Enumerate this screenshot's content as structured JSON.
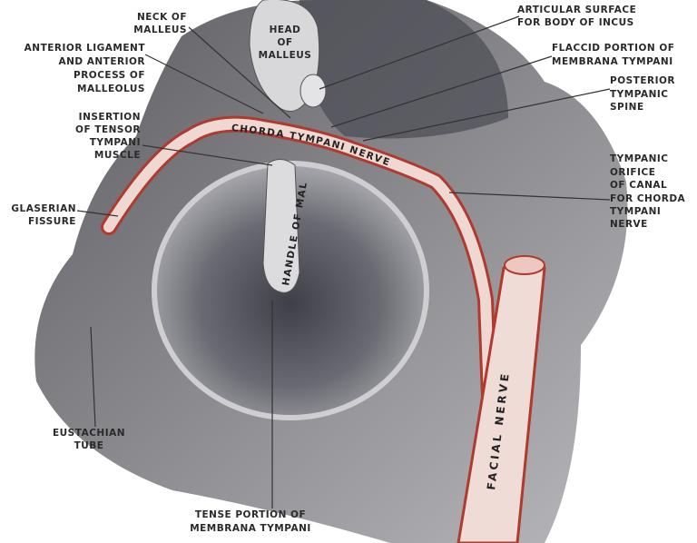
{
  "labels": {
    "neck_of_malleus": [
      "NECK OF",
      "MALLEUS"
    ],
    "head_of_malleus": [
      "HEAD",
      "OF",
      "MALLEUS"
    ],
    "articular_surface": [
      "ARTICULAR SURFACE",
      "FOR BODY OF INCUS"
    ],
    "anterior_ligament": [
      "ANTERIOR LIGAMENT",
      "AND ANTERIOR",
      "PROCESS OF",
      "MALLEOLUS"
    ],
    "flaccid_portion": [
      "FLACCID PORTION OF",
      "MEMBRANA TYMPANI"
    ],
    "posterior_spine": [
      "POSTERIOR",
      "TYMPANIC",
      "SPINE"
    ],
    "insertion_tensor": [
      "INSERTION",
      "OF TENSOR",
      "TYMPANI",
      "MUSCLE"
    ],
    "tympanic_orifice": [
      "TYMPANIC",
      "ORIFICE",
      "OF CANAL",
      "FOR CHORDA",
      "TYMPANI",
      "NERVE"
    ],
    "glaserian_fissure": [
      "GLASERIAN",
      "FISSURE"
    ],
    "eustachian_tube": [
      "EUSTACHIAN",
      "TUBE"
    ],
    "tense_portion": [
      "TENSE PORTION OF",
      "MEMBRANA TYMPANI"
    ],
    "chorda_tympani": "CHORDA TYMPANI NERVE",
    "handle_of_malleus": "HANDLE OF MAL",
    "facial_nerve": "FACIAL NERVE"
  },
  "colors": {
    "nerve": "#c0392b",
    "nerve_fill": "#f2d6d0",
    "bone": "#8a8a8a",
    "membrane": "#5a5a60"
  }
}
